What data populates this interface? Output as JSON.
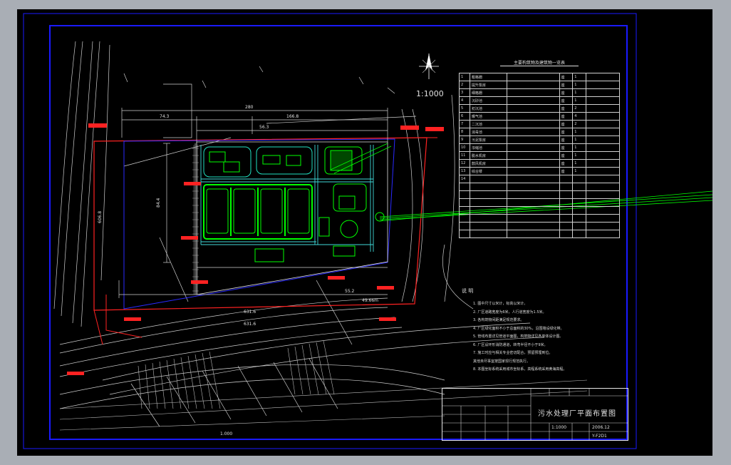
{
  "scale_label": "1:1000",
  "drawing": {
    "north_label": "N",
    "dims": {
      "total_width": "280",
      "left_span": "74.3",
      "right_span": "166.8",
      "mid_span": "56.3",
      "bottom_mid": "55.2",
      "left_height": "84.4",
      "road_label_1": "631.6",
      "road_label_2": "631.6",
      "bottom_scale": "1.000",
      "left_road": "606.8",
      "right_corner": "49.66m"
    }
  },
  "legend_table": {
    "title": "主要构筑物及建筑物一览表",
    "rows": [
      {
        "no": "1",
        "name": "粗格栅",
        "spec": "",
        "unit": "座",
        "qty": "1",
        "note": ""
      },
      {
        "no": "2",
        "name": "提升泵房",
        "spec": "",
        "unit": "座",
        "qty": "1",
        "note": ""
      },
      {
        "no": "3",
        "name": "细格栅",
        "spec": "",
        "unit": "座",
        "qty": "1",
        "note": ""
      },
      {
        "no": "4",
        "name": "沉砂池",
        "spec": "",
        "unit": "座",
        "qty": "1",
        "note": ""
      },
      {
        "no": "5",
        "name": "初沉池",
        "spec": "",
        "unit": "座",
        "qty": "2",
        "note": ""
      },
      {
        "no": "6",
        "name": "曝气池",
        "spec": "",
        "unit": "座",
        "qty": "4",
        "note": ""
      },
      {
        "no": "7",
        "name": "二沉池",
        "spec": "",
        "unit": "座",
        "qty": "2",
        "note": ""
      },
      {
        "no": "8",
        "name": "消毒池",
        "spec": "",
        "unit": "座",
        "qty": "1",
        "note": ""
      },
      {
        "no": "9",
        "name": "污泥泵房",
        "spec": "",
        "unit": "座",
        "qty": "1",
        "note": ""
      },
      {
        "no": "10",
        "name": "浓缩池",
        "spec": "",
        "unit": "座",
        "qty": "1",
        "note": ""
      },
      {
        "no": "11",
        "name": "脱水机房",
        "spec": "",
        "unit": "座",
        "qty": "1",
        "note": ""
      },
      {
        "no": "12",
        "name": "鼓风机房",
        "spec": "",
        "unit": "座",
        "qty": "1",
        "note": ""
      },
      {
        "no": "13",
        "name": "综合楼",
        "spec": "",
        "unit": "座",
        "qty": "1",
        "note": ""
      },
      {
        "no": "14",
        "name": "",
        "spec": "",
        "unit": "",
        "qty": "",
        "note": ""
      },
      {
        "no": "",
        "name": "",
        "spec": "",
        "unit": "",
        "qty": "",
        "note": ""
      },
      {
        "no": "",
        "name": "",
        "spec": "",
        "unit": "",
        "qty": "",
        "note": ""
      },
      {
        "no": "",
        "name": "",
        "spec": "",
        "unit": "",
        "qty": "",
        "note": ""
      },
      {
        "no": "",
        "name": "",
        "spec": "",
        "unit": "",
        "qty": "",
        "note": ""
      },
      {
        "no": "",
        "name": "",
        "spec": "",
        "unit": "",
        "qty": "",
        "note": ""
      },
      {
        "no": "",
        "name": "",
        "spec": "",
        "unit": "",
        "qty": "",
        "note": ""
      },
      {
        "no": "",
        "name": "",
        "spec": "",
        "unit": "",
        "qty": "",
        "note": ""
      }
    ]
  },
  "notes": {
    "heading": "说 明",
    "lines": [
      "1. 图中尺寸以米计，标高以米计。",
      "2. 厂区道路宽度为6米，人行道宽度为1.5米。",
      "3. 各构筑物间距满足规范要求。",
      "4. 厂区绿化面积不小于总面积的30%，沿围墙设绿化带。",
      "5. 管线布置详见管道平面图，构筑物详见各单体设计图。",
      "6. 厂区设环形消防通道，转弯半径不小于9米。",
      "7. 施工时应与相关专业密切配合，预留预埋到位。",
      "   其他未尽事宜按国家现行规范执行。",
      "8. 本图坐标系统采用城市坐标系，高程系统采用黄海高程。"
    ]
  },
  "title_block": {
    "drawing_title": "污水处理厂平面布置图",
    "scale": "1:1000",
    "date": "2006.12",
    "drawing_no": "Y-F2D1"
  },
  "colors": {
    "frame": "#1010ff",
    "structures": "#00ff00",
    "boundary": "#ff2020",
    "lines": "#d0d0d0",
    "background": "#000000"
  }
}
